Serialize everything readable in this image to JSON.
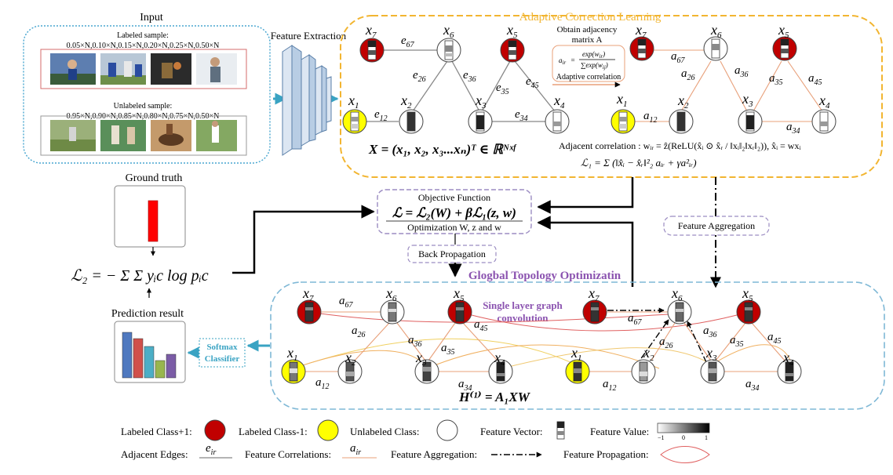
{
  "input": {
    "title": "Input",
    "labeled_title": "Labeled sample:",
    "labeled_ratios": "0.05×N,0.10×N,0.15×N,0.20×N,0.25×N,0.50×N",
    "unlabeled_title": "Unlabeled sample:",
    "unlabeled_ratios": "0.95×N,0.90×N,0.85×N,0.80×N,0.75×N,0.50×N"
  },
  "feature_extraction": "Feature Extraction",
  "adaptive": {
    "title": "Adaptive Correction Learning",
    "adj_label_1": "Obtain adjacency",
    "adj_label_2": "matrix A",
    "adaptive_correlation": "Adaptive correlation",
    "x_formula": "X = (x₁, x₂, x₃...xₙ)ᵀ ∈ ℝᴺˣᶠ",
    "adjacent_correlation": "Adjacent correlation : wᵢᵣ = ẑ(ReLU(x̂ᵢ ⊙ x̂ᵣ / ‖xᵢ‖₂‖xᵣ‖₂)),  x̂ᵢ = wxᵢ",
    "l1_formula": "ℒ₁ = Σ (‖x̂ᵢ − x̂ᵣ‖²₂ aᵢᵣ + γa²ᵢᵣ)"
  },
  "ground_truth": "Ground truth",
  "objective": {
    "title": "Objective Function",
    "formula": "ℒ = ℒ₂(W) + βℒ₁(z, w)",
    "optimization": "Optimization W, z and w"
  },
  "feature_aggregation_box": "Feature Aggregation",
  "back_propagation": "Back Propagation",
  "global": {
    "title": "Glogbal Topology Optimizatin",
    "single_layer_1": "Single layer graph",
    "single_layer_2": "convolution",
    "h_formula": "H⁽¹⁾ = A₁XW"
  },
  "l2_formula": "ℒ₂ = − Σ Σ yᵢc log pᵢc",
  "prediction_result": "Prediction result",
  "softmax_1": "Softmax",
  "softmax_2": "Classifier",
  "legend": {
    "class_pos": "Labeled Class+1:",
    "class_neg": "Labeled Class-1:",
    "unlabeled": "Unlabeled Class:",
    "feature_vector": "Feature Vector:",
    "feature_value": "Feature Value:",
    "fv_min": "−1",
    "fv_mid": "0",
    "fv_max": "1",
    "adjacent_edges": "Adjacent Edges:",
    "feature_correlations": "Feature Correlations:",
    "feature_aggregation": "Feature Aggregation:",
    "feature_propagation": "Feature Propagation:"
  },
  "colors": {
    "adaptive_border": "#f2b531",
    "global_border": "#7fb8d6",
    "input_border": "#48a6d0",
    "objective_border": "#9b8cc2",
    "red_node": "#c00000",
    "yellow_node": "#ffff00",
    "arrow_teal": "#39a3c3"
  }
}
